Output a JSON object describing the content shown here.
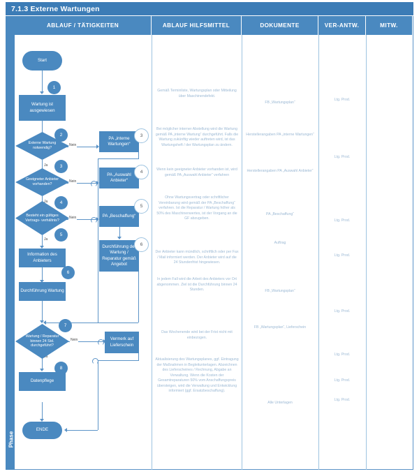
{
  "title": "7.1.3 Externe Wartungen",
  "phase_label": "Phase",
  "columns": [
    {
      "key": "ablauf",
      "label": "ABLAUF / TÄTIGKEITEN"
    },
    {
      "key": "hilfsmittel",
      "label": "ABLAUF HILFSMITTEL"
    },
    {
      "key": "dokumente",
      "label": "DOKUMENTE"
    },
    {
      "key": "verantw",
      "label": "VER-ANTW."
    },
    {
      "key": "mitw",
      "label": "MITW."
    }
  ],
  "flow": {
    "start": "Start",
    "end": "ENDE",
    "nodes": [
      {
        "id": "n1",
        "type": "process",
        "text": "Wartung ist ausgewiesen"
      },
      {
        "id": "n2",
        "type": "decision",
        "text": "Externe Wartung notwendig?"
      },
      {
        "id": "n3",
        "type": "decision",
        "text": "Geeigneter Anbieter vorhanden?"
      },
      {
        "id": "n4",
        "type": "decision",
        "text": "Besteht ein gültiges Vertrags- verhältnis?"
      },
      {
        "id": "n5",
        "type": "process",
        "text": "Information des Anbieters"
      },
      {
        "id": "n6",
        "type": "process",
        "text": "Durchführung Wartung"
      },
      {
        "id": "n7",
        "type": "decision",
        "text": "Wartung / Reparatur binnen 24 Std. durchgeführt?"
      },
      {
        "id": "n8",
        "type": "process",
        "text": "Datenpflege"
      }
    ],
    "branch_nodes": [
      {
        "id": "b3",
        "text": "PA „interne Wartungen“"
      },
      {
        "id": "b4",
        "text": "PA „Auswahl Anbieter“"
      },
      {
        "id": "b5",
        "text": "PA „Beschaffung“"
      },
      {
        "id": "b6",
        "text": "Durchführung der Wartung / Reparatur gemäß Angebot"
      },
      {
        "id": "b7",
        "text": "Vermerk auf Lieferschein"
      }
    ],
    "step_numbers": [
      "1",
      "2",
      "3",
      "4",
      "5",
      "6",
      "7",
      "8"
    ],
    "branch_numbers": [
      "3",
      "4",
      "5",
      "6"
    ],
    "edge_labels": {
      "yes": "Ja",
      "no": "Nein"
    }
  },
  "hilfsmittel": [
    "Gemäß Terminliste, Wartungsplan oder Mitteilung über Maschinendefekt.",
    "Bei möglicher interner Abstellung wird die Wartung gemäß PA „interne Wartung“ durchgeführt. Falls die Wartung zukünftig wieder auftreten wird, ist das Wartungsheft / der Wartungsplan zu ändern.",
    "Wenn kein geeigneter Anbieter vorhanden ist, wird gemäß PA „Auswahl Anbieter“ verfahren",
    "Ohne Wartungsvertrag oder schriftlicher Vereinbarung wird gemäß der PA „Beschaffung“ verfahren. Ist die Reparatur / Wartung höher als 50% des Maschinenwertes, ist der Vorgang an die GF abzugeben.",
    "Der Anbieter kann mündlich, schriftlich oder per Fax / Mail informiert werden. Der Anbieter wird auf die 24 Stundenfrist hingewiesen.",
    "In jedem Fall wird die Arbeit des Anbieters vor Ort abgenommen. Ziel ist die Durchführung binnen 24 Stunden.",
    "Das Wochenende wird bei der Frist nicht mit einbezogen.",
    "Aktualisierung des Wartungsplanes, ggf. Eintragung der Maßnahmen in Begleitunterlagen. Abzeichnen des Lieferscheines / Rechnung, Abgabe an Verwaltung. Wenn die Kosten der Gesamtreparaturen 50% vom Anschaffungspreis übersteigen, wird die Verwaltung und Entwicklung informiert (ggf. Ersatzbeschaffung)."
  ],
  "dokumente": [
    "FB „Wartungsplan“",
    "Herstellerangaben PA „interne Wartungen“",
    "Herstellerangaben PA „Auswahl Anbieter“",
    "PA „Beschaffung“",
    "Auftrag",
    "FB „Wartungsplan“",
    "FB „Wartungsplan“, Lieferschein",
    "Alle Unterlagen"
  ],
  "verantwortlich": [
    "Ltg. Prod.",
    "Ltg. Prod.",
    "Ltg. Prod.",
    "Ltg. Prod.",
    "Ltg. Prod.",
    "Ltg. Prod.",
    "Ltg. Prod.",
    "Ltg. Prod."
  ],
  "mitwirkend": [],
  "colors": {
    "header": "#4a89c0",
    "title_bar": "#3c7cb6",
    "shape": "#4a89c0",
    "line": "#5b93c7",
    "text_light": "#9cb9d4"
  }
}
